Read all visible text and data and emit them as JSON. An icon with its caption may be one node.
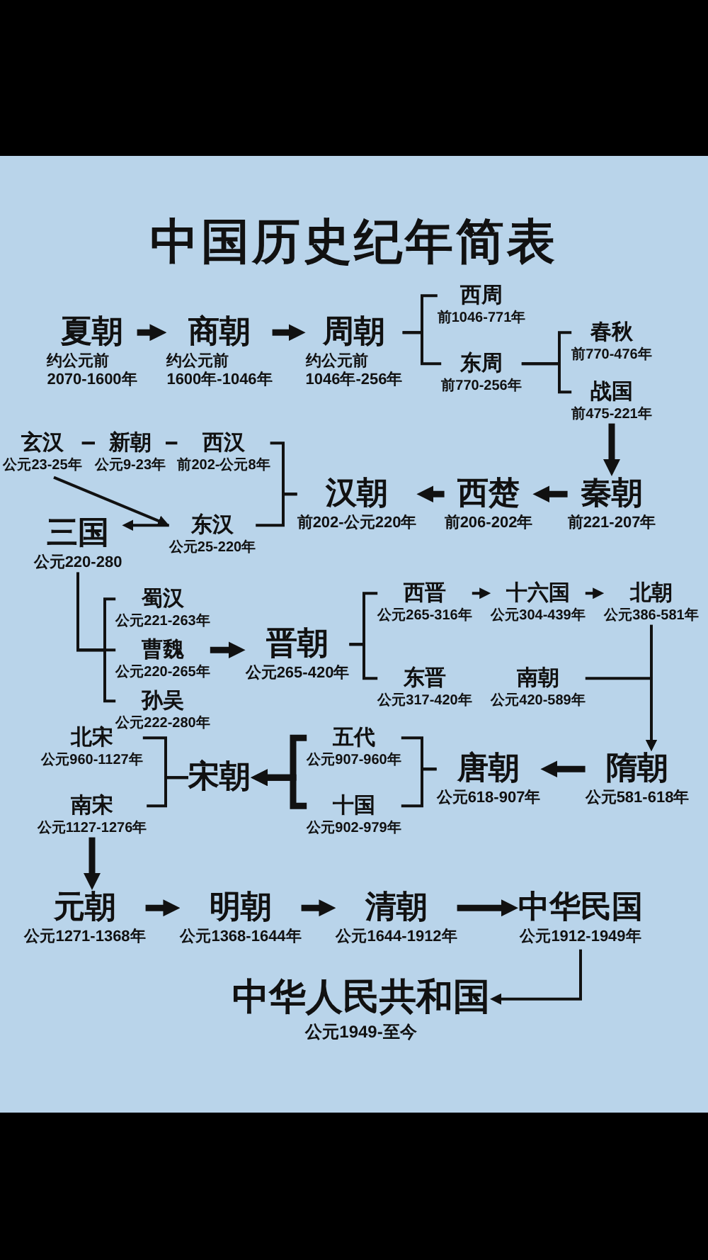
{
  "diagram": {
    "title": "中国历史纪年简表",
    "nodes": [
      {
        "text": [
          "夏朝",
          "约公元前2070-1600年"
        ]
      },
      {
        "text": [
          "商朝",
          "约公元前1600年-1046年"
        ]
      },
      {
        "text": [
          "周朝",
          "约公元前1046年-256年"
        ]
      },
      {
        "text": [
          "西周",
          "前1046-771年"
        ]
      },
      {
        "text": [
          "东周",
          "前770-256年"
        ]
      },
      {
        "text": [
          "春秋",
          "前770-476年"
        ]
      },
      {
        "text": [
          "战国",
          "前475-221年"
        ]
      },
      {
        "text": [
          "秦朝",
          "前221-207年"
        ]
      },
      {
        "text": [
          "西楚",
          "前206-202年"
        ]
      },
      {
        "text": [
          "汉朝",
          "前202-公元220年"
        ]
      },
      {
        "text": [
          "西汉",
          "前202-公元8年"
        ]
      },
      {
        "text": [
          "新朝",
          "公元9-23年"
        ]
      },
      {
        "text": [
          "玄汉",
          "公元23-25年"
        ]
      },
      {
        "text": [
          "东汉",
          "公元25-220年"
        ]
      },
      {
        "text": [
          "三国",
          "公元220-280"
        ]
      },
      {
        "text": [
          "蜀汉",
          "公元221-263年"
        ]
      },
      {
        "text": [
          "曹魏",
          "公元220-265年"
        ]
      },
      {
        "text": [
          "孙吴",
          "公元222-280年"
        ]
      },
      {
        "text": [
          "晋朝",
          "公元265-420年"
        ]
      },
      {
        "text": [
          "西晋",
          "公元265-316年"
        ]
      },
      {
        "text": [
          "十六国",
          "公元304-439年"
        ]
      },
      {
        "text": [
          "北朝",
          "公元386-581年"
        ]
      },
      {
        "text": [
          "东晋",
          "公元317-420年"
        ]
      },
      {
        "text": [
          "南朝",
          "公元420-589年"
        ]
      },
      {
        "text": [
          "隋朝",
          "公元581-618年"
        ]
      },
      {
        "text": [
          "唐朝",
          "公元618-907年"
        ]
      },
      {
        "text": [
          "五代",
          "公元907-960年"
        ]
      },
      {
        "text": [
          "十国",
          "公元902-979年"
        ]
      },
      {
        "text": [
          "宋朝"
        ]
      },
      {
        "text": [
          "北宋",
          "公元960-1127年"
        ]
      },
      {
        "text": [
          "南宋",
          "公元1127-1276年"
        ]
      },
      {
        "text": [
          "元朝",
          "公元1271-1368年"
        ]
      },
      {
        "text": [
          "明朝",
          "公元1368-1644年"
        ]
      },
      {
        "text": [
          "清朝",
          "公元1644-1912年"
        ]
      },
      {
        "text": [
          "中华民国",
          "公元1912-1949年"
        ]
      },
      {
        "text": [
          "中华人民共和国",
          "公元1949-至今"
        ]
      }
    ],
    "edges": [
      {
        "from": 0,
        "to": 1,
        "arrow": "to",
        "style": "thick"
      },
      {
        "from": 1,
        "to": 2,
        "arrow": "to",
        "style": "thick"
      },
      {
        "from": 2,
        "to": 3,
        "arrow": "none"
      },
      {
        "from": 2,
        "to": 4,
        "arrow": "none"
      },
      {
        "from": 4,
        "to": 5,
        "arrow": "none"
      },
      {
        "from": 4,
        "to": 6,
        "arrow": "none"
      },
      {
        "from": 6,
        "to": 7,
        "arrow": "to",
        "style": "thick"
      },
      {
        "from": 7,
        "to": 8,
        "arrow": "to",
        "style": "thick"
      },
      {
        "from": 8,
        "to": 9,
        "arrow": "to",
        "style": "thick"
      },
      {
        "from": 9,
        "to": 10,
        "arrow": "none"
      },
      {
        "from": 9,
        "to": 13,
        "arrow": "none"
      },
      {
        "from": 10,
        "to": 11,
        "arrow": "none"
      },
      {
        "from": 11,
        "to": 12,
        "arrow": "none"
      },
      {
        "from": 12,
        "to": 13,
        "arrow": "to"
      },
      {
        "from": 13,
        "to": 14,
        "arrow": "to"
      },
      {
        "from": 14,
        "to": 15,
        "arrow": "none"
      },
      {
        "from": 14,
        "to": 16,
        "arrow": "none"
      },
      {
        "from": 14,
        "to": 17,
        "arrow": "none"
      },
      {
        "from": 16,
        "to": 18,
        "arrow": "to",
        "style": "thick"
      },
      {
        "from": 18,
        "to": 19,
        "arrow": "none"
      },
      {
        "from": 18,
        "to": 22,
        "arrow": "none"
      },
      {
        "from": 19,
        "to": 20,
        "arrow": "to"
      },
      {
        "from": 20,
        "to": 21,
        "arrow": "to"
      },
      {
        "from": 21,
        "to": 24,
        "arrow": "to"
      },
      {
        "from": 23,
        "to": 24,
        "arrow": "to"
      },
      {
        "from": 24,
        "to": 25,
        "arrow": "to",
        "style": "thick"
      },
      {
        "from": 25,
        "to": 26,
        "arrow": "none"
      },
      {
        "from": 25,
        "to": 27,
        "arrow": "none"
      },
      {
        "from": 26,
        "to": 28,
        "arrow": "to",
        "style": "thick"
      },
      {
        "from": 27,
        "to": 28,
        "arrow": "to",
        "style": "thick"
      },
      {
        "from": 28,
        "to": 29,
        "arrow": "none"
      },
      {
        "from": 28,
        "to": 30,
        "arrow": "none"
      },
      {
        "from": 30,
        "to": 31,
        "arrow": "to",
        "style": "thick"
      },
      {
        "from": 31,
        "to": 32,
        "arrow": "to",
        "style": "thick"
      },
      {
        "from": 32,
        "to": 33,
        "arrow": "to",
        "style": "thick"
      },
      {
        "from": 33,
        "to": 34,
        "arrow": "to",
        "style": "thick"
      },
      {
        "from": 34,
        "to": 35,
        "arrow": "to"
      }
    ]
  }
}
